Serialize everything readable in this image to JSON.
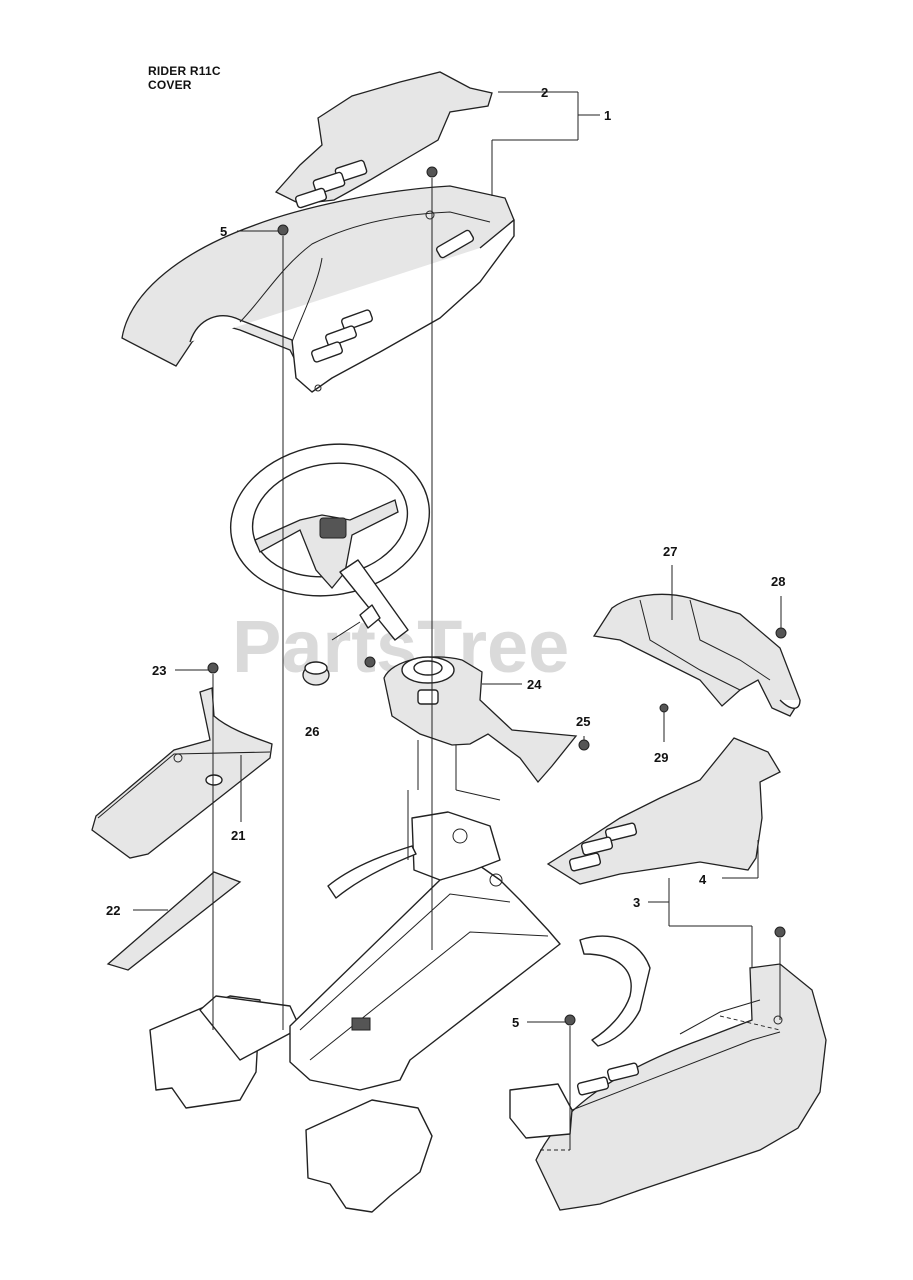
{
  "title": {
    "line1": "RIDER R11C",
    "line2": "COVER"
  },
  "watermark": "PartsTree",
  "callouts": {
    "p1": "1",
    "p2": "2",
    "p3": "3",
    "p4": "4",
    "p5a": "5",
    "p5b": "5",
    "p21": "21",
    "p22": "22",
    "p23": "23",
    "p24": "24",
    "p25": "25",
    "p26": "26",
    "p27": "27",
    "p28": "28",
    "p29": "29"
  }
}
